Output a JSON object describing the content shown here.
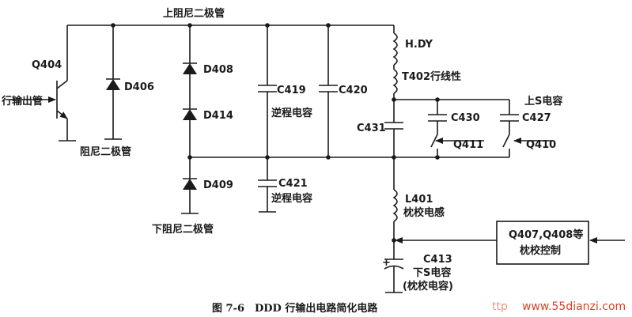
{
  "diagram": {
    "labels": {
      "upper_damper_diodes": "上阻尼二极管",
      "lower_damper_diodes": "下阻尼二极管",
      "damper_diode": "阻尼二极管",
      "q404": "Q404",
      "h_output_tube": "行输出管",
      "d406": "D406",
      "d408": "D408",
      "d414": "D414",
      "d409": "D409",
      "c419": "C419",
      "c420": "C420",
      "retrace_cap_1": "逆程电容",
      "c421": "C421",
      "retrace_cap_2": "逆程电容",
      "hdy": "H.DY",
      "t402": "T402行线性",
      "upper_s_cap": "上S电容",
      "c430": "C430",
      "c427": "C427",
      "c431": "C431",
      "q411": "Q411",
      "q410": "Q410",
      "l401": "L401",
      "pincushion_inductor": "枕校电感",
      "control_box_line1": "Q407,Q408等",
      "control_box_line2": "枕校控制",
      "c413": "C413",
      "lower_s_cap": "下S电容",
      "pincushion_cap": "(枕校电容)",
      "plus_sign": "+"
    },
    "caption": "图 7-6　DDD 行输出电路简化电路",
    "watermark": "www.55dianzi.com",
    "watermark_prefix": "ttp"
  }
}
